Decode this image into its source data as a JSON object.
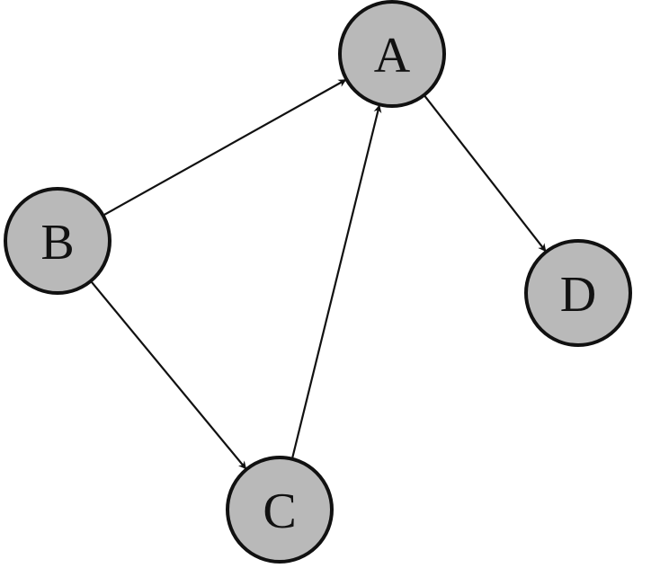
{
  "diagram": {
    "type": "directed-graph",
    "node_fill": "#b9b9b9",
    "node_stroke": "#111111",
    "edge_color": "#111111",
    "nodes": [
      {
        "id": "A",
        "label": "A"
      },
      {
        "id": "B",
        "label": "B"
      },
      {
        "id": "C",
        "label": "C"
      },
      {
        "id": "D",
        "label": "D"
      }
    ],
    "edges": [
      {
        "from": "B",
        "to": "A"
      },
      {
        "from": "B",
        "to": "C"
      },
      {
        "from": "C",
        "to": "A"
      },
      {
        "from": "A",
        "to": "D"
      }
    ]
  }
}
